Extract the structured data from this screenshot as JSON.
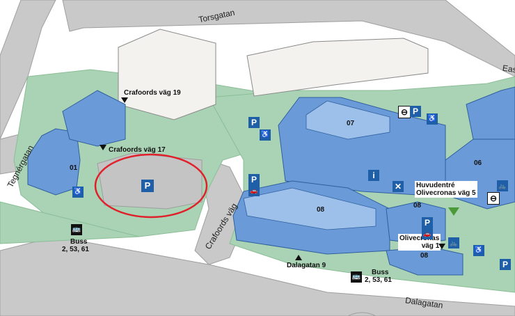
{
  "streets": {
    "torsgatan": "Torsgatan",
    "tegnergatan": "Tegnérgatan",
    "crafoords_vag": "Crafoords väg",
    "dalagatan": "Dalagatan",
    "east": "Eas"
  },
  "entrances": {
    "crafoords19": "Crafoords väg 19",
    "crafoords17": "Crafoords väg 17",
    "dalagatan9": "Dalagatan 9",
    "huvudentre_l1": "Huvudentré",
    "huvudentre_l2": "Olivecronas väg 5",
    "olivecronas1_l1": "Olivecronas",
    "olivecronas1_l2": "väg 1"
  },
  "bus_stops": {
    "left_title": "Buss",
    "left_lines": "2, 53, 61",
    "right_title": "Buss",
    "right_lines": "2, 53, 61"
  },
  "buildings": {
    "b01": "01",
    "b07": "07",
    "b06": "06",
    "b08a": "08",
    "b08b": "08",
    "b08c": "08"
  },
  "icons": {
    "parking": "P",
    "info": "i",
    "restaurant": "✕",
    "no_entry": "⊖",
    "wheelchair": "♿",
    "bicycle": "🚲",
    "bus": "🚌",
    "car": "🚗"
  },
  "colors": {
    "road": "#c8c8c8",
    "grass": "#a9d3b4",
    "building_blue": "#6b9ad8",
    "building_white": "#f3f2ee",
    "icon_blue": "#1f5fa8",
    "highlight_circle": "#e0202a"
  }
}
